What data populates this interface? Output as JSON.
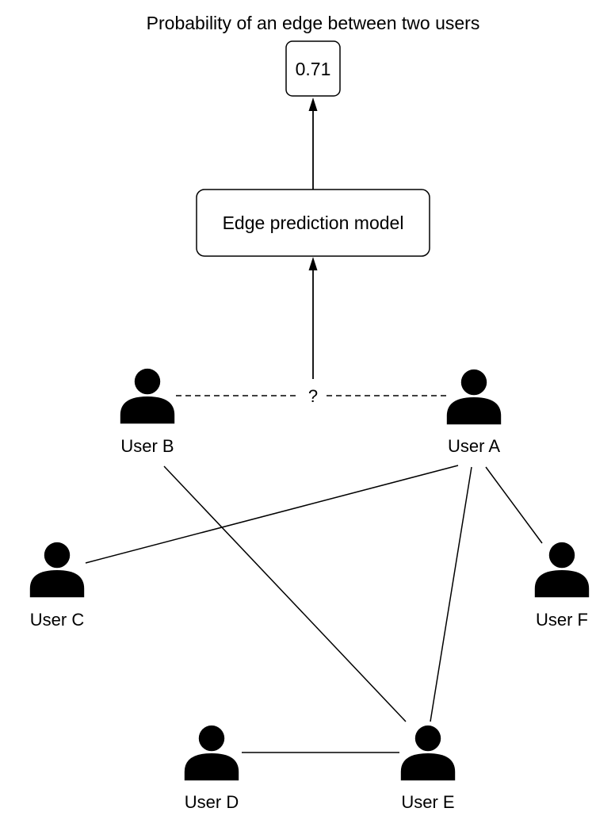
{
  "title": "Probability of an edge between two users",
  "probability_box": {
    "value": "0.71"
  },
  "model_box": {
    "label": "Edge prediction model"
  },
  "unknown_edge": {
    "label": "?"
  },
  "users": {
    "a": {
      "label": "User A",
      "icon": "person-icon"
    },
    "b": {
      "label": "User B",
      "icon": "person-icon"
    },
    "c": {
      "label": "User C",
      "icon": "person-icon"
    },
    "d": {
      "label": "User D",
      "icon": "person-icon"
    },
    "e": {
      "label": "User E",
      "icon": "person-icon"
    },
    "f": {
      "label": "User F",
      "icon": "person-icon"
    }
  },
  "edges": [
    {
      "from": "User A",
      "to": "User C",
      "style": "solid"
    },
    {
      "from": "User A",
      "to": "User E",
      "style": "solid"
    },
    {
      "from": "User A",
      "to": "User F",
      "style": "solid"
    },
    {
      "from": "User B",
      "to": "User E",
      "style": "solid"
    },
    {
      "from": "User D",
      "to": "User E",
      "style": "solid"
    },
    {
      "from": "User A",
      "to": "User B",
      "style": "dashed"
    }
  ],
  "colors": {
    "stroke": "#000000",
    "background": "#ffffff"
  }
}
